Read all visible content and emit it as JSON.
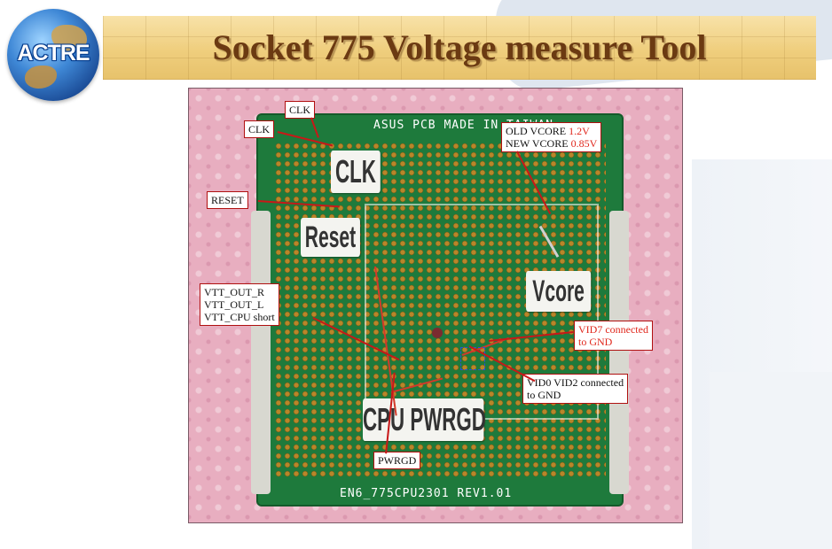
{
  "header": {
    "logo_text": "ACTRE",
    "title": "Socket 775 Voltage measure Tool"
  },
  "board": {
    "silk_top": "ASUS  PCB MADE  IN TAIWAN",
    "silk_bottom": "EN6_775CPU2301  REV1.01",
    "labels": {
      "clk": "CLK",
      "reset": "Reset",
      "vcore": "Vcore",
      "cpu_pwrgd": "CPU PWRGD"
    }
  },
  "callouts": {
    "clk_top": "CLK",
    "clk_left": "CLK",
    "reset": "RESET",
    "vcore_old_prefix": "OLD VCORE ",
    "vcore_old_value": "1.2V",
    "vcore_new_prefix": "NEW VCORE ",
    "vcore_new_value": "0.85V",
    "vtt_line1": "VTT_OUT_R",
    "vtt_line2": "VTT_OUT_L",
    "vtt_line3": "VTT_CPU short",
    "vid7_line1": "VID7 connected",
    "vid7_line2": "to GND",
    "vid02_line1": "VID0 VID2 connected",
    "vid02_line2": "to GND",
    "pwrgd": "PWRGD"
  },
  "colors": {
    "title": "#6b3a12",
    "banner": "#efce7d",
    "callout_border": "#b01010",
    "voltage_value": "#e0261b",
    "board": "#1e7a3c"
  }
}
